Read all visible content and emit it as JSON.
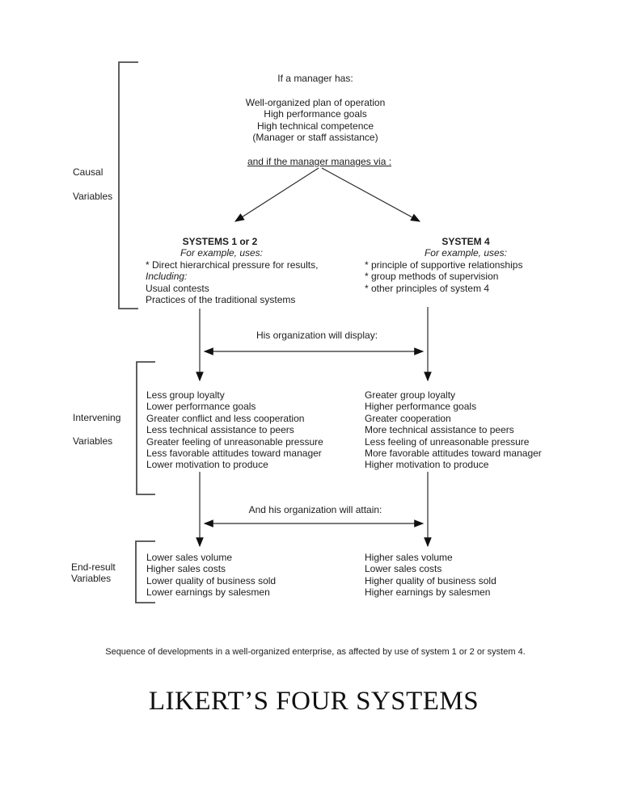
{
  "top": {
    "intro": "If a manager has:",
    "conditions": [
      "Well-organized plan of operation",
      "High performance goals",
      "High technical competence",
      "(Manager or staff assistance)"
    ],
    "manages_via": "and if the manager manages via :"
  },
  "labels": {
    "causal": [
      "Causal",
      "Variables"
    ],
    "intervening": [
      "Intervening",
      "Variables"
    ],
    "end_result": [
      "End-result",
      "Variables"
    ]
  },
  "systems12": {
    "heading": "SYSTEMS 1 or 2",
    "subheading": "For example, uses:",
    "items": [
      "* Direct hierarchical pressure for results,",
      "Including:",
      "Usual contests",
      "Practices of the traditional systems"
    ]
  },
  "system4": {
    "heading": "SYSTEM 4",
    "subheading": "For example, uses:",
    "items": [
      "* principle of supportive relationships",
      "* group methods of supervision",
      "* other principles of system 4"
    ]
  },
  "display_label": "His organization will display:",
  "attain_label": "And his organization will attain:",
  "intervening12": [
    "Less group loyalty",
    "Lower performance goals",
    "Greater conflict and less cooperation",
    "Less technical assistance to peers",
    "Greater feeling of unreasonable pressure",
    "Less favorable attitudes toward manager",
    "Lower motivation to produce"
  ],
  "intervening4": [
    "Greater group loyalty",
    "Higher performance goals",
    "Greater cooperation",
    "More technical assistance to peers",
    "Less feeling of unreasonable pressure",
    "More favorable attitudes toward manager",
    "Higher motivation to produce"
  ],
  "end12": [
    "Lower sales volume",
    "Higher sales costs",
    "Lower quality of business sold",
    "Lower earnings by salesmen"
  ],
  "end4": [
    "Higher sales volume",
    "Lower sales costs",
    "Higher quality of business sold",
    "Higher earnings by salesmen"
  ],
  "caption": "Sequence of developments in a well-organized enterprise, as affected by use of system 1 or 2 or system 4.",
  "title": "LIKERT’S FOUR SYSTEMS",
  "colors": {
    "line": "#2b2b2b",
    "bracket": "#4d4d4d",
    "text": "#1d1d1d"
  }
}
